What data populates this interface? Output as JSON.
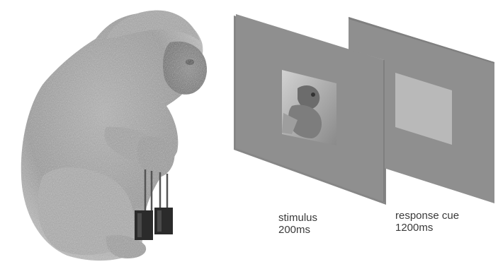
{
  "stimulus": {
    "name": "stimulus",
    "duration": "200ms"
  },
  "response_cue": {
    "name": "response cue",
    "duration": "1200ms"
  },
  "colors": {
    "panel": "#8f8f8f",
    "panel_edge": "#7a7a7a",
    "cue_square": "#b9b9b9",
    "fur_dark": "#6e6e6e",
    "fur_light": "#c8c8c8"
  },
  "icons": {
    "subject": "macaque-monkey",
    "response_device": "lever-handles"
  }
}
